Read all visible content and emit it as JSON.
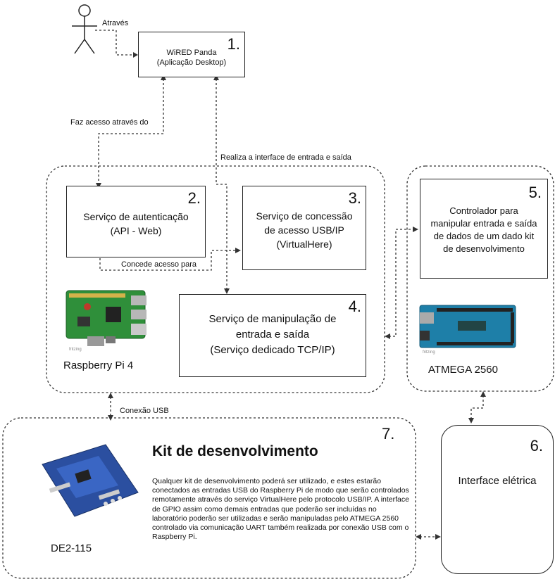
{
  "actor_label": "Através",
  "nodes": {
    "n1": {
      "num": "1.",
      "line1": "WiRED Panda",
      "line2": "(Aplicação Desktop)"
    },
    "n2": {
      "num": "2.",
      "line1": "Serviço de autenticação",
      "line2": "(API - Web)"
    },
    "n3": {
      "num": "3.",
      "line1": "Serviço de concessão",
      "line2": "de acesso USB/IP",
      "line3": "(VirtualHere)"
    },
    "n4": {
      "num": "4.",
      "line1": "Serviço de manipulação de",
      "line2": "entrada e saída",
      "line3": "(Serviço dedicado TCP/IP)"
    },
    "n5": {
      "num": "5.",
      "line1": "Controlador para",
      "line2": "manipular entrada e saída",
      "line3": "de dados de um dado kit",
      "line4": "de desenvolvimento"
    },
    "n6": {
      "num": "6.",
      "line1": "Interface elétrica"
    },
    "n7": {
      "num": "7.",
      "title": "Kit de desenvolvimento",
      "body": "Qualquer kit de desenvolvimento poderá ser utilizado, e estes estarão conectados as entradas USB do Raspberry Pi de modo que serão controlados remotamente através do serviço VirtualHere pelo protocolo USB/IP. A interface de GPIO assim como demais entradas que poderão ser incluídas no laboratório poderão ser utilizadas e serão manipuladas pelo ATMEGA 2560 controlado via comunicação UART também realizada por conexão USB com o Raspberry Pi."
    }
  },
  "groups": {
    "raspberry": "Raspberry Pi 4",
    "atmega": "ATMEGA 2560",
    "de2": "DE2-115"
  },
  "edge_labels": {
    "faz_acesso": "Faz acesso através do",
    "realiza": "Realiza a interface de entrada e saída",
    "concede": "Concede acesso para",
    "usb": "Conexão USB"
  },
  "fritzing": "fritzing"
}
